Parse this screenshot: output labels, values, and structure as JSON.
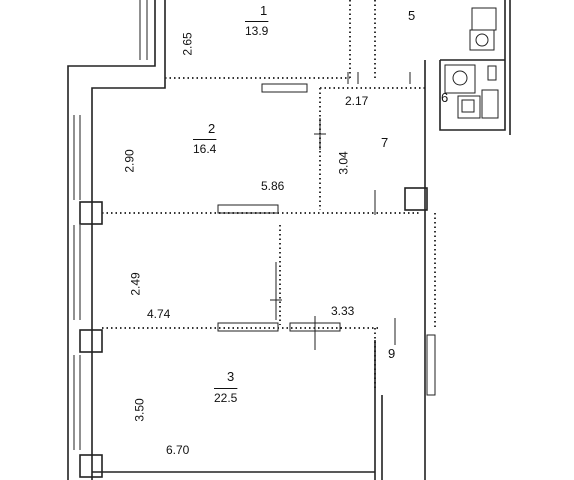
{
  "rooms": [
    {
      "number": "1",
      "area": "13.9"
    },
    {
      "number": "2",
      "area": "16.4"
    },
    {
      "number": "3",
      "area": "22.5"
    },
    {
      "number": "5",
      "area": ""
    },
    {
      "number": "6",
      "area": ""
    },
    {
      "number": "7",
      "area": ""
    },
    {
      "number": "9",
      "area": ""
    }
  ],
  "dimensions": {
    "room1_height": "2.65",
    "room2_height": "2.90",
    "room2_width": "5.86",
    "room7_width": "2.17",
    "room7_height": "3.04",
    "hall_height": "2.49",
    "hall_width": "4.74",
    "corridor_width": "3.33",
    "room3_height": "3.50",
    "room3_width": "6.70"
  }
}
